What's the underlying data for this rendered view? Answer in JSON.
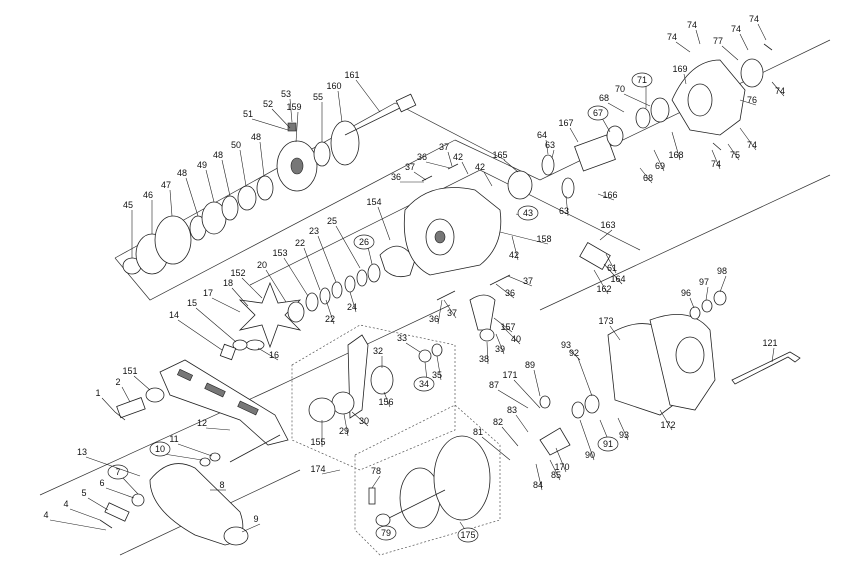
{
  "diagram": {
    "labels": [
      {
        "id": "p1",
        "text": "1"
      },
      {
        "id": "p2",
        "text": "2"
      },
      {
        "id": "p4a",
        "text": "4"
      },
      {
        "id": "p4b",
        "text": "4"
      },
      {
        "id": "p5",
        "text": "5"
      },
      {
        "id": "p6",
        "text": "6"
      },
      {
        "id": "p7",
        "text": "7",
        "circled": true
      },
      {
        "id": "p8",
        "text": "8"
      },
      {
        "id": "p9",
        "text": "9"
      },
      {
        "id": "p10",
        "text": "10",
        "circled": true
      },
      {
        "id": "p11",
        "text": "11"
      },
      {
        "id": "p12",
        "text": "12"
      },
      {
        "id": "p13",
        "text": "13"
      },
      {
        "id": "p14",
        "text": "14"
      },
      {
        "id": "p15",
        "text": "15"
      },
      {
        "id": "p16",
        "text": "16"
      },
      {
        "id": "p17",
        "text": "17"
      },
      {
        "id": "p18",
        "text": "18"
      },
      {
        "id": "p20",
        "text": "20"
      },
      {
        "id": "p22a",
        "text": "22"
      },
      {
        "id": "p22b",
        "text": "22"
      },
      {
        "id": "p23",
        "text": "23"
      },
      {
        "id": "p24",
        "text": "24"
      },
      {
        "id": "p25",
        "text": "25"
      },
      {
        "id": "p26",
        "text": "26",
        "circled": true
      },
      {
        "id": "p29",
        "text": "29"
      },
      {
        "id": "p30",
        "text": "30"
      },
      {
        "id": "p32",
        "text": "32"
      },
      {
        "id": "p33",
        "text": "33"
      },
      {
        "id": "p34",
        "text": "34",
        "circled": true
      },
      {
        "id": "p35",
        "text": "35"
      },
      {
        "id": "p36a",
        "text": "36"
      },
      {
        "id": "p36b",
        "text": "36"
      },
      {
        "id": "p36c",
        "text": "36"
      },
      {
        "id": "p36d",
        "text": "36"
      },
      {
        "id": "p37a",
        "text": "37"
      },
      {
        "id": "p37b",
        "text": "37"
      },
      {
        "id": "p37c",
        "text": "37"
      },
      {
        "id": "p37d",
        "text": "37"
      },
      {
        "id": "p38",
        "text": "38"
      },
      {
        "id": "p39",
        "text": "39"
      },
      {
        "id": "p40",
        "text": "40"
      },
      {
        "id": "p42a",
        "text": "42"
      },
      {
        "id": "p42b",
        "text": "42"
      },
      {
        "id": "p42c",
        "text": "42"
      },
      {
        "id": "p43",
        "text": "43",
        "circled": true
      },
      {
        "id": "p45",
        "text": "45"
      },
      {
        "id": "p46",
        "text": "46"
      },
      {
        "id": "p47",
        "text": "47"
      },
      {
        "id": "p48a",
        "text": "48"
      },
      {
        "id": "p48b",
        "text": "48"
      },
      {
        "id": "p48c",
        "text": "48"
      },
      {
        "id": "p49",
        "text": "49"
      },
      {
        "id": "p50",
        "text": "50"
      },
      {
        "id": "p51",
        "text": "51"
      },
      {
        "id": "p52",
        "text": "52"
      },
      {
        "id": "p53",
        "text": "53"
      },
      {
        "id": "p55",
        "text": "55"
      },
      {
        "id": "p61",
        "text": "61"
      },
      {
        "id": "p63a",
        "text": "63"
      },
      {
        "id": "p63b",
        "text": "63"
      },
      {
        "id": "p64",
        "text": "64"
      },
      {
        "id": "p67",
        "text": "67",
        "circled": true
      },
      {
        "id": "p68a",
        "text": "68"
      },
      {
        "id": "p68b",
        "text": "68"
      },
      {
        "id": "p69",
        "text": "69"
      },
      {
        "id": "p70",
        "text": "70"
      },
      {
        "id": "p71",
        "text": "71",
        "circled": true
      },
      {
        "id": "p74a",
        "text": "74"
      },
      {
        "id": "p74b",
        "text": "74"
      },
      {
        "id": "p74c",
        "text": "74"
      },
      {
        "id": "p74d",
        "text": "74"
      },
      {
        "id": "p74e",
        "text": "74"
      },
      {
        "id": "p74f",
        "text": "74"
      },
      {
        "id": "p74g",
        "text": "74"
      },
      {
        "id": "p75",
        "text": "75"
      },
      {
        "id": "p76",
        "text": "76"
      },
      {
        "id": "p77",
        "text": "77"
      },
      {
        "id": "p78",
        "text": "78"
      },
      {
        "id": "p79",
        "text": "79",
        "circled": true
      },
      {
        "id": "p81",
        "text": "81"
      },
      {
        "id": "p82",
        "text": "82"
      },
      {
        "id": "p83",
        "text": "83"
      },
      {
        "id": "p84",
        "text": "84"
      },
      {
        "id": "p85",
        "text": "85"
      },
      {
        "id": "p87",
        "text": "87"
      },
      {
        "id": "p89",
        "text": "89"
      },
      {
        "id": "p90",
        "text": "90"
      },
      {
        "id": "p91",
        "text": "91",
        "circled": true
      },
      {
        "id": "p92",
        "text": "92"
      },
      {
        "id": "p93a",
        "text": "93"
      },
      {
        "id": "p93b",
        "text": "93"
      },
      {
        "id": "p96",
        "text": "96"
      },
      {
        "id": "p97",
        "text": "97"
      },
      {
        "id": "p98",
        "text": "98"
      },
      {
        "id": "p121",
        "text": "121"
      },
      {
        "id": "p151",
        "text": "151"
      },
      {
        "id": "p152",
        "text": "152"
      },
      {
        "id": "p153",
        "text": "153"
      },
      {
        "id": "p154",
        "text": "154"
      },
      {
        "id": "p155",
        "text": "155"
      },
      {
        "id": "p156",
        "text": "156"
      },
      {
        "id": "p157",
        "text": "157"
      },
      {
        "id": "p158",
        "text": "158"
      },
      {
        "id": "p159",
        "text": "159"
      },
      {
        "id": "p160",
        "text": "160"
      },
      {
        "id": "p161",
        "text": "161"
      },
      {
        "id": "p162",
        "text": "162"
      },
      {
        "id": "p163",
        "text": "163"
      },
      {
        "id": "p164",
        "text": "164"
      },
      {
        "id": "p165",
        "text": "165"
      },
      {
        "id": "p166",
        "text": "166"
      },
      {
        "id": "p167",
        "text": "167"
      },
      {
        "id": "p168",
        "text": "168"
      },
      {
        "id": "p169",
        "text": "169"
      },
      {
        "id": "p170",
        "text": "170"
      },
      {
        "id": "p171",
        "text": "171"
      },
      {
        "id": "p172",
        "text": "172"
      },
      {
        "id": "p173",
        "text": "173"
      },
      {
        "id": "p174",
        "text": "174"
      },
      {
        "id": "p175",
        "text": "175",
        "circled": true
      }
    ]
  }
}
